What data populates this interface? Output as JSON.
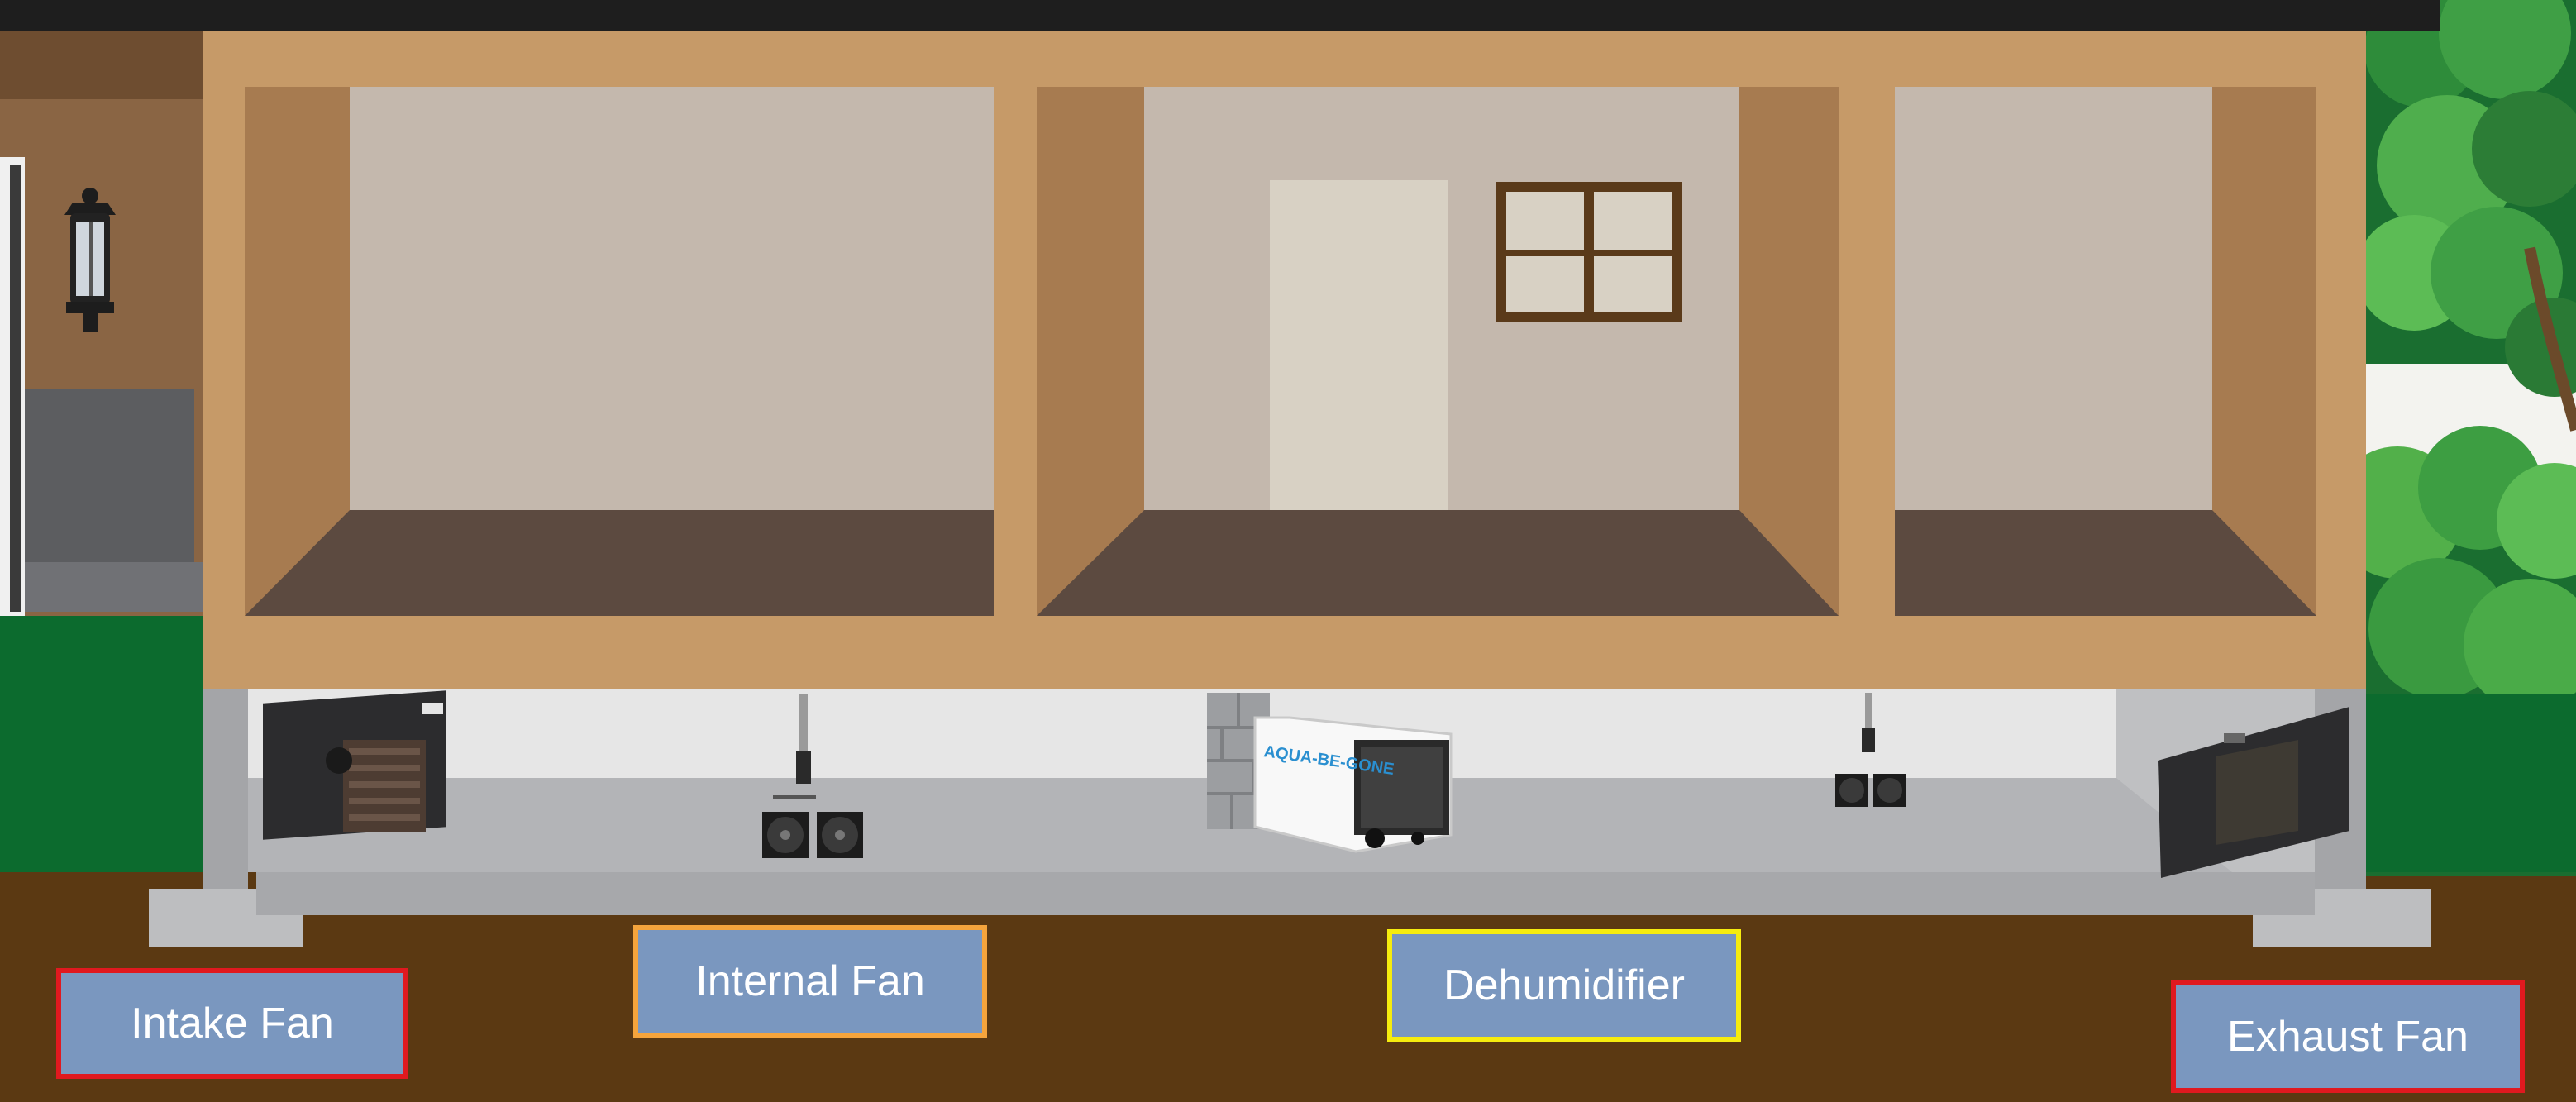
{
  "labels": {
    "intake": "Intake Fan",
    "internal": "Internal Fan",
    "dehumidifier": "Dehumidifier",
    "exhaust": "Exhaust Fan"
  },
  "device_brand": "AQUA-BE-GONE",
  "colors": {
    "intake_border": "#e0191f",
    "internal_border": "#f5a43c",
    "dehumidifier_border": "#f6ec0e",
    "exhaust_border": "#e0191f",
    "label_fill": "#7a97bf"
  }
}
